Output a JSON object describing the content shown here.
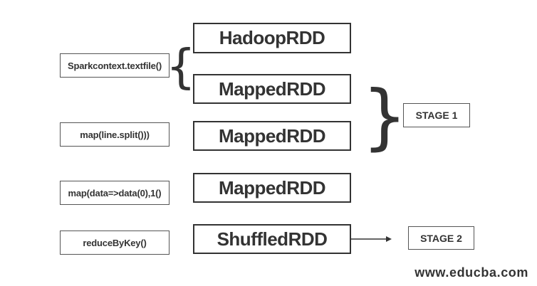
{
  "operations": [
    "Sparkcontext.textfile()",
    "map(line.split()))",
    "map(data=>data(0),1()",
    "reduceByKey()"
  ],
  "rdds": [
    "HadoopRDD",
    "MappedRDD",
    "MappedRDD",
    "MappedRDD",
    "ShuffledRDD"
  ],
  "stages": [
    "STAGE 1",
    "STAGE 2"
  ],
  "watermark": "www.educba.com",
  "colors": {
    "text": "#333333",
    "border": "#333333",
    "background": "#ffffff"
  }
}
